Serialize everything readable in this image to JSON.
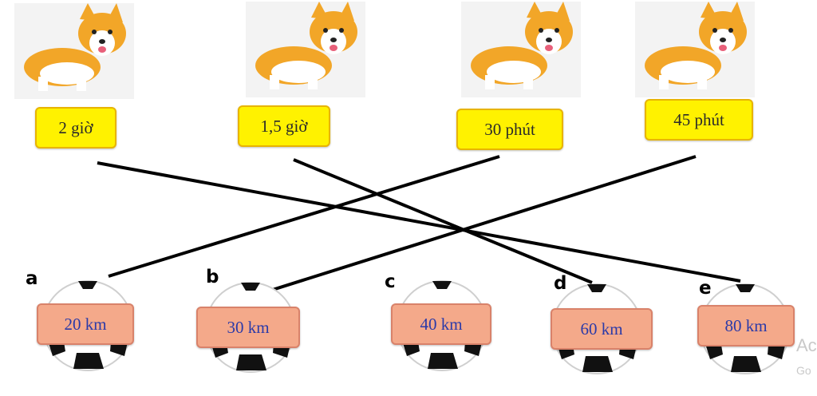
{
  "dogs": [
    {
      "number": "1",
      "time": "2 giờ"
    },
    {
      "number": "2",
      "time": "1,5 giờ"
    },
    {
      "number": "3",
      "time": "30 phút"
    },
    {
      "number": "4",
      "time": "45 phút"
    }
  ],
  "balls": [
    {
      "letter": "a",
      "distance": "20 km"
    },
    {
      "letter": "b",
      "distance": "30 km"
    },
    {
      "letter": "c",
      "distance": "40 km"
    },
    {
      "letter": "d",
      "distance": "60 km"
    },
    {
      "letter": "e",
      "distance": "80 km"
    }
  ],
  "connections": [
    {
      "from": "1",
      "to": "e"
    },
    {
      "from": "2",
      "to": "d"
    },
    {
      "from": "3",
      "to": "a"
    },
    {
      "from": "4",
      "to": "b"
    }
  ],
  "watermark": {
    "line1": "Ac",
    "line2": "Go"
  },
  "colors": {
    "time_box_fill": "#fff200",
    "km_box_fill": "#f4a98a",
    "km_text": "#2b3aa8",
    "line": "#000000"
  }
}
